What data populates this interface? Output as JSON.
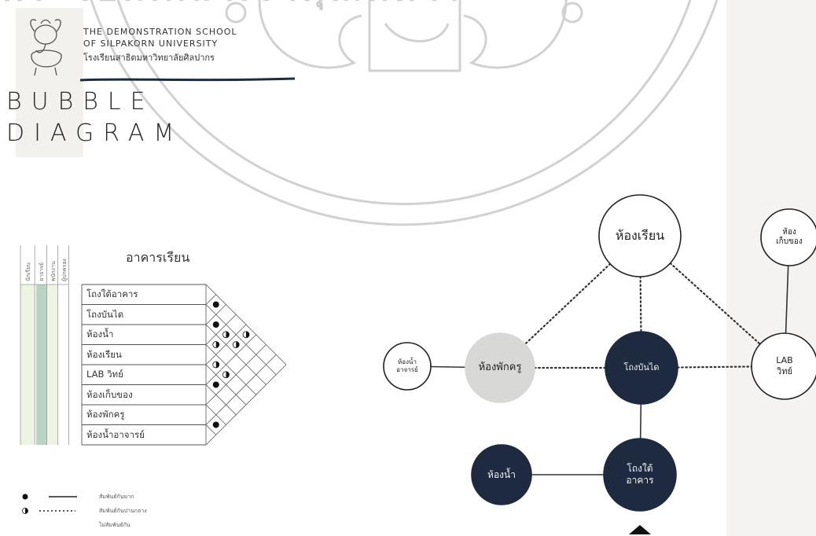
{
  "header": {
    "school_en_line1": "THE DEMONSTRATION SCHOOL",
    "school_en_line2": "OF SILPAKORN UNIVERSITY",
    "school_th": "โรงเรียนสาธิตมหาวิทยาลัยศิลปากร",
    "title_line1": "BUBBLE",
    "title_line2": "DIAGRAM"
  },
  "watermark": {
    "text_bottom": "พระจอมเกล้าเจ้าคุณทหาร"
  },
  "matrix": {
    "title": "อาคารเรียน",
    "columns": [
      "นักเรียน",
      "อาจารย์",
      "พนักงาน",
      "ผู้ปกครอง"
    ],
    "rows": [
      "โถงใต้อาคาร",
      "โถงบันได",
      "ห้องน้ำ",
      "ห้องเรียน",
      "LAB วิทย์",
      "ห้องเก็บของ",
      "ห้องพักครู",
      "ห้องน้ำอาจารย์"
    ],
    "relations": [
      {
        "a": 0,
        "b": 1,
        "strength": "strong"
      },
      {
        "a": 1,
        "b": 2,
        "strength": "strong"
      },
      {
        "a": 1,
        "b": 3,
        "strength": "medium"
      },
      {
        "a": 2,
        "b": 3,
        "strength": "medium"
      },
      {
        "a": 3,
        "b": 4,
        "strength": "medium"
      },
      {
        "a": 1,
        "b": 4,
        "strength": "medium"
      },
      {
        "a": 0,
        "b": 4,
        "strength": "medium"
      },
      {
        "a": 4,
        "b": 5,
        "strength": "strong"
      },
      {
        "a": 3,
        "b": 5,
        "strength": "medium"
      },
      {
        "a": 6,
        "b": 7,
        "strength": "strong"
      }
    ]
  },
  "legend": {
    "items": [
      {
        "text": "สัมพันธ์กันมาก",
        "line": "solid",
        "dot": "filled"
      },
      {
        "text": "สัมพันธ์กันปานกลาง",
        "line": "dotted",
        "dot": "half"
      },
      {
        "text": "ไม่สัมพันธ์กัน",
        "line": "none",
        "dot": "none"
      }
    ]
  },
  "bubbles": [
    {
      "id": "classroom",
      "label": "ห้องเรียน",
      "style": "white"
    },
    {
      "id": "storage",
      "label": "ห้อง\nเก็บของ",
      "style": "white"
    },
    {
      "id": "lab",
      "label": "LAB\nวิทย์",
      "style": "white"
    },
    {
      "id": "stairhall",
      "label": "โถงบันได",
      "style": "dark"
    },
    {
      "id": "teacherroom",
      "label": "ห้องพักครู",
      "style": "gray"
    },
    {
      "id": "teacherwc",
      "label": "ห้องน้ำ\nอาจารย์",
      "style": "white"
    },
    {
      "id": "underhall",
      "label": "โถงใต้\nอาคาร",
      "style": "dark"
    },
    {
      "id": "wc",
      "label": "ห้องน้ำ",
      "style": "dark"
    }
  ],
  "links": [
    {
      "from": "classroom",
      "to": "teacherroom",
      "type": "dotted"
    },
    {
      "from": "classroom",
      "to": "stairhall",
      "type": "dotted"
    },
    {
      "from": "classroom",
      "to": "lab",
      "type": "dotted"
    },
    {
      "from": "storage",
      "to": "lab",
      "type": "solid"
    },
    {
      "from": "teacherwc",
      "to": "teacherroom",
      "type": "solid"
    },
    {
      "from": "teacherroom",
      "to": "stairhall",
      "type": "dotted"
    },
    {
      "from": "stairhall",
      "to": "lab",
      "type": "dotted"
    },
    {
      "from": "stairhall",
      "to": "underhall",
      "type": "solid"
    },
    {
      "from": "wc",
      "to": "underhall",
      "type": "solid"
    }
  ],
  "colors": {
    "dark_bubble": "#1d2a3f",
    "gray_bubble": "#d8d8d6",
    "line": "#333333",
    "column_highlight": "#b9d2c4",
    "column_light": "#eef3e4",
    "watermark": "#9a9a9a"
  }
}
